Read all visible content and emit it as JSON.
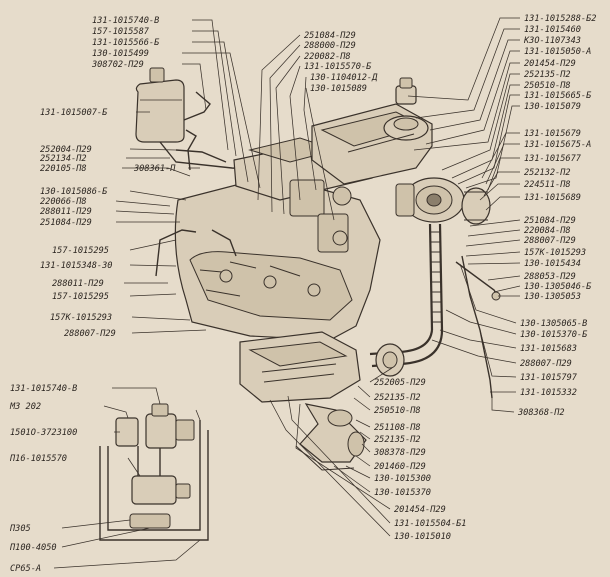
{
  "labels_left": [
    "131-1015740-В",
    "157-1015587",
    "131-1015566-Б",
    "130-1015499",
    "308702-П29",
    "131-1015007-Б",
    "252004-П29",
    "252134-П2",
    "220105-П8",
    "308361-П",
    "130-1015086-Б",
    "220066-П8",
    "288011-П29",
    "251084-П29",
    "157-1015295",
    "131-1015348-30",
    "288011-П29",
    "157-1015295",
    "157К-1015293",
    "288007-П29"
  ],
  "labels_top": [
    "251084-П29",
    "288000-П29",
    "220082-П8",
    "131-1015570-Б",
    "130-1104012-Д",
    "130-1015089"
  ],
  "labels_right": [
    "131-1015288-Б2",
    "131-1015460",
    "КЗО-1107343",
    "131-1015050-А",
    "201454-П29",
    "252135-П2",
    "250510-П8",
    "131-1015665-Б",
    "130-1015079",
    "131-1015679",
    "131-1015675-А",
    "131-1015677",
    "252132-П2",
    "224511-П8",
    "131-1015689",
    "251084-П29",
    "220084-П8",
    "288007-П29",
    "157К-1015293",
    "130-1015434",
    "288053-П29",
    "130-1305046-Б",
    "130-1305053",
    "130-1305065-В",
    "130-1015370-Б",
    "131-1015683",
    "288007-П29",
    "131-1015797",
    "131-1015332",
    "308368-П2"
  ],
  "labels_bottom": [
    "252005-П29",
    "252135-П2",
    "250510-П8",
    "251108-П8",
    "252135-П2",
    "308378-П29",
    "201460-П29",
    "130-1015300",
    "130-1015370",
    "201454-П29",
    "131-1015504-Б1",
    "130-1015010"
  ],
  "labels_inset": [
    "131-1015740-В",
    "МЗ 202",
    "1501О-3723100",
    "П16-1015570",
    "П305",
    "П100-4050",
    "СР65-А"
  ]
}
